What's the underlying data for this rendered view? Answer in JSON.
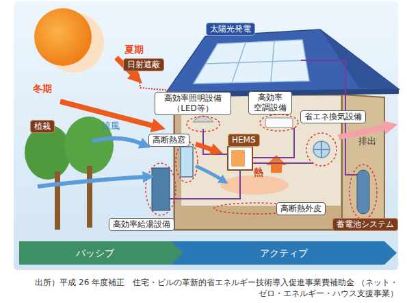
{
  "diagram": {
    "caption": "出所）平成 26 年度補正　住宅・ビルの革新的省エネルギー技術導入促進事業費補助金 （ネット・ゼロ・エネルギー・ハウス支援事業）",
    "nodes": [
      {
        "text": [
          "太陽光発電"
        ]
      },
      {
        "text": [
          "日射遮蔽"
        ]
      },
      {
        "text": [
          "高効率照明設備 （LED等）"
        ]
      },
      {
        "text": [
          "高効率 空調設備"
        ]
      },
      {
        "text": [
          "省エネ換気設備"
        ]
      },
      {
        "text": [
          "植栽"
        ]
      },
      {
        "text": [
          "高断熱窓"
        ]
      },
      {
        "text": [
          "HEMS"
        ]
      },
      {
        "text": [
          "高断熱外皮"
        ]
      },
      {
        "text": [
          "高効率給湯設備"
        ]
      },
      {
        "text": [
          "蓄電池システム"
        ]
      },
      {
        "text": [
          "パッシブ"
        ]
      },
      {
        "text": [
          "アクティブ"
        ]
      }
    ],
    "labels": [
      "夏期",
      "冬期",
      "涼風",
      "熱",
      "排出"
    ]
  }
}
